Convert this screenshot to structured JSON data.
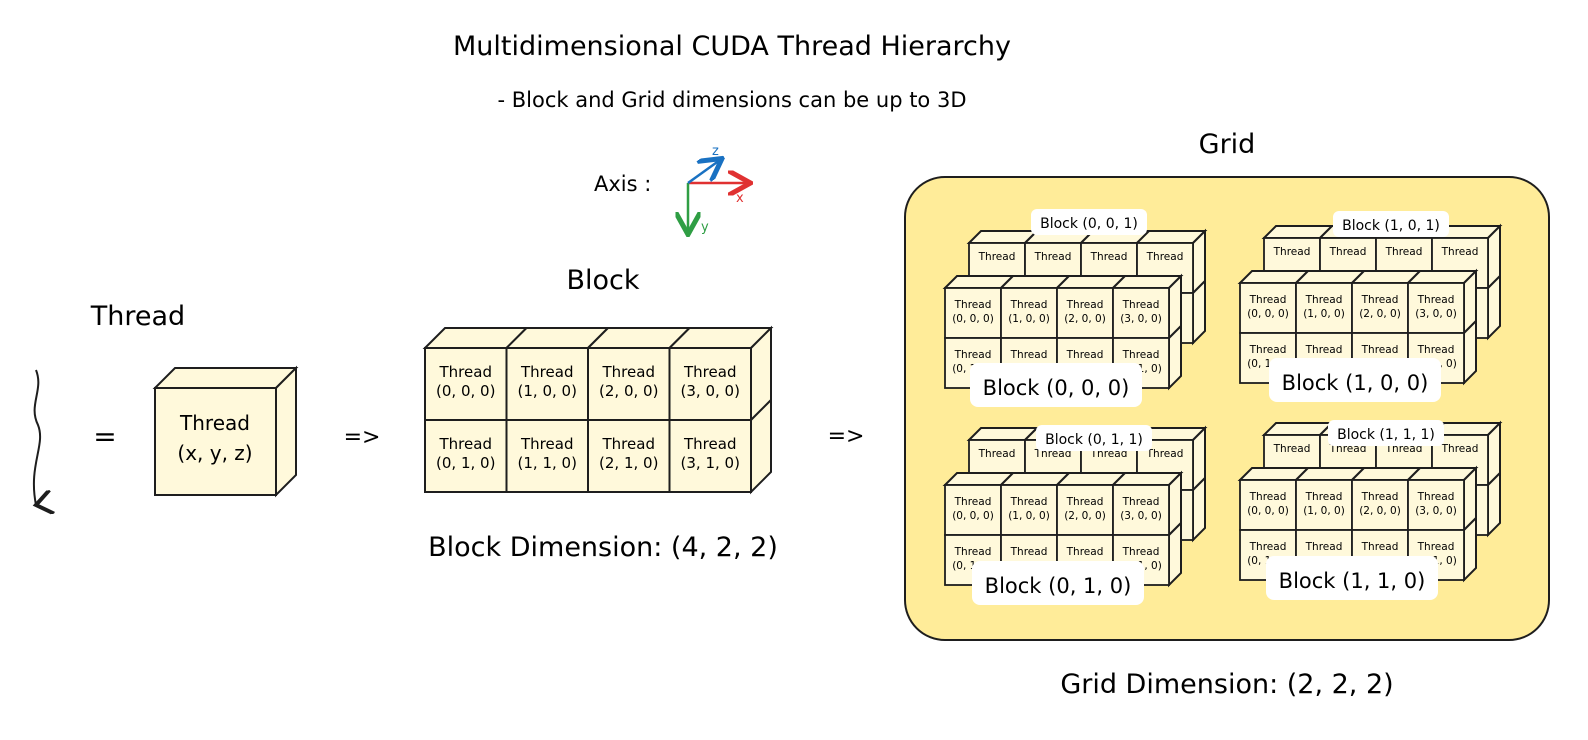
{
  "title": "Multidimensional CUDA Thread Hierarchy",
  "subtitle": "- Block and Grid dimensions can be up to 3D",
  "axis": {
    "label": "Axis :",
    "x": "x",
    "y": "y",
    "z": "z",
    "x_color": "#e03131",
    "y_color": "#2f9e44",
    "z_color": "#1971c2"
  },
  "thread_section": {
    "label": "Thread",
    "equals": "=",
    "line1": "Thread",
    "line2": "(x, y, z)"
  },
  "arrows": {
    "thread_to_block": "=>",
    "block_to_grid": "=>"
  },
  "block_section": {
    "label": "Block",
    "dimension": "Block Dimension: (4, 2, 2)",
    "cells": [
      [
        "Thread",
        "(0, 0, 0)"
      ],
      [
        "Thread",
        "(1, 0, 0)"
      ],
      [
        "Thread",
        "(2, 0, 0)"
      ],
      [
        "Thread",
        "(3, 0, 0)"
      ],
      [
        "Thread",
        "(0, 1, 0)"
      ],
      [
        "Thread",
        "(1, 1, 0)"
      ],
      [
        "Thread",
        "(2, 1, 0)"
      ],
      [
        "Thread",
        "(3, 1, 0)"
      ]
    ]
  },
  "grid_section": {
    "label": "Grid",
    "dimension": "Grid Dimension: (2, 2, 2)",
    "blocks": [
      {
        "front": "Block (0, 0, 0)",
        "back": "Block (0, 0, 1)"
      },
      {
        "front": "Block (1, 0, 0)",
        "back": "Block (1, 0, 1)"
      },
      {
        "front": "Block (0, 1, 0)",
        "back": "Block (0, 1, 1)"
      },
      {
        "front": "Block (1, 1, 0)",
        "back": "Block (1, 1, 1)"
      }
    ],
    "mini_cells": [
      [
        "Thread",
        "(0, 0, 0)"
      ],
      [
        "Thread",
        "(1, 0, 0)"
      ],
      [
        "Thread",
        "(2, 0, 0)"
      ],
      [
        "Thread",
        "(3, 0, 0)"
      ],
      [
        "Thread",
        "(0, 1, 0)"
      ],
      [
        "Thread",
        "(1, 1, 0)"
      ],
      [
        "Thread",
        "(2, 1, 0)"
      ],
      [
        "Thread",
        "(3, 1, 0)"
      ]
    ],
    "back_cell_label": "Thread"
  },
  "colors": {
    "cell_fill": "#fff9db",
    "grid_fill": "#ffec99",
    "stroke": "#1e1e1e",
    "tag_fill": "#ffffff"
  }
}
